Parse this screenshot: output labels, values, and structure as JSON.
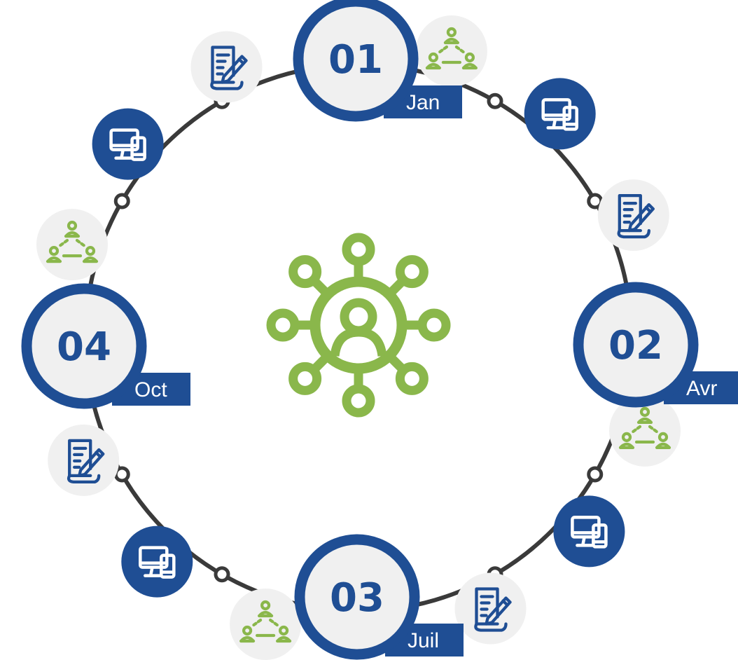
{
  "colors": {
    "primary": "#1f4e94",
    "accent": "#8ab74b",
    "ring": "#3a3a3a",
    "circle_fill": "#f0f0f0",
    "background": "#ffffff"
  },
  "center": {
    "icon": "network-people-icon"
  },
  "milestones": [
    {
      "number": "01",
      "month": "Jan"
    },
    {
      "number": "02",
      "month": "Avr"
    },
    {
      "number": "03",
      "month": "Juil"
    },
    {
      "number": "04",
      "month": "Oct"
    }
  ],
  "side_icons": [
    {
      "icon": "team-icon",
      "style": "light"
    },
    {
      "icon": "computer-devices-icon",
      "style": "dark"
    },
    {
      "icon": "document-edit-icon",
      "style": "light"
    },
    {
      "icon": "team-icon",
      "style": "light"
    },
    {
      "icon": "computer-devices-icon",
      "style": "dark"
    },
    {
      "icon": "document-edit-icon",
      "style": "light"
    },
    {
      "icon": "team-icon",
      "style": "light"
    },
    {
      "icon": "computer-devices-icon",
      "style": "dark"
    },
    {
      "icon": "document-edit-icon",
      "style": "light"
    },
    {
      "icon": "team-icon",
      "style": "light"
    },
    {
      "icon": "computer-devices-icon",
      "style": "dark"
    },
    {
      "icon": "document-edit-icon",
      "style": "light"
    }
  ]
}
